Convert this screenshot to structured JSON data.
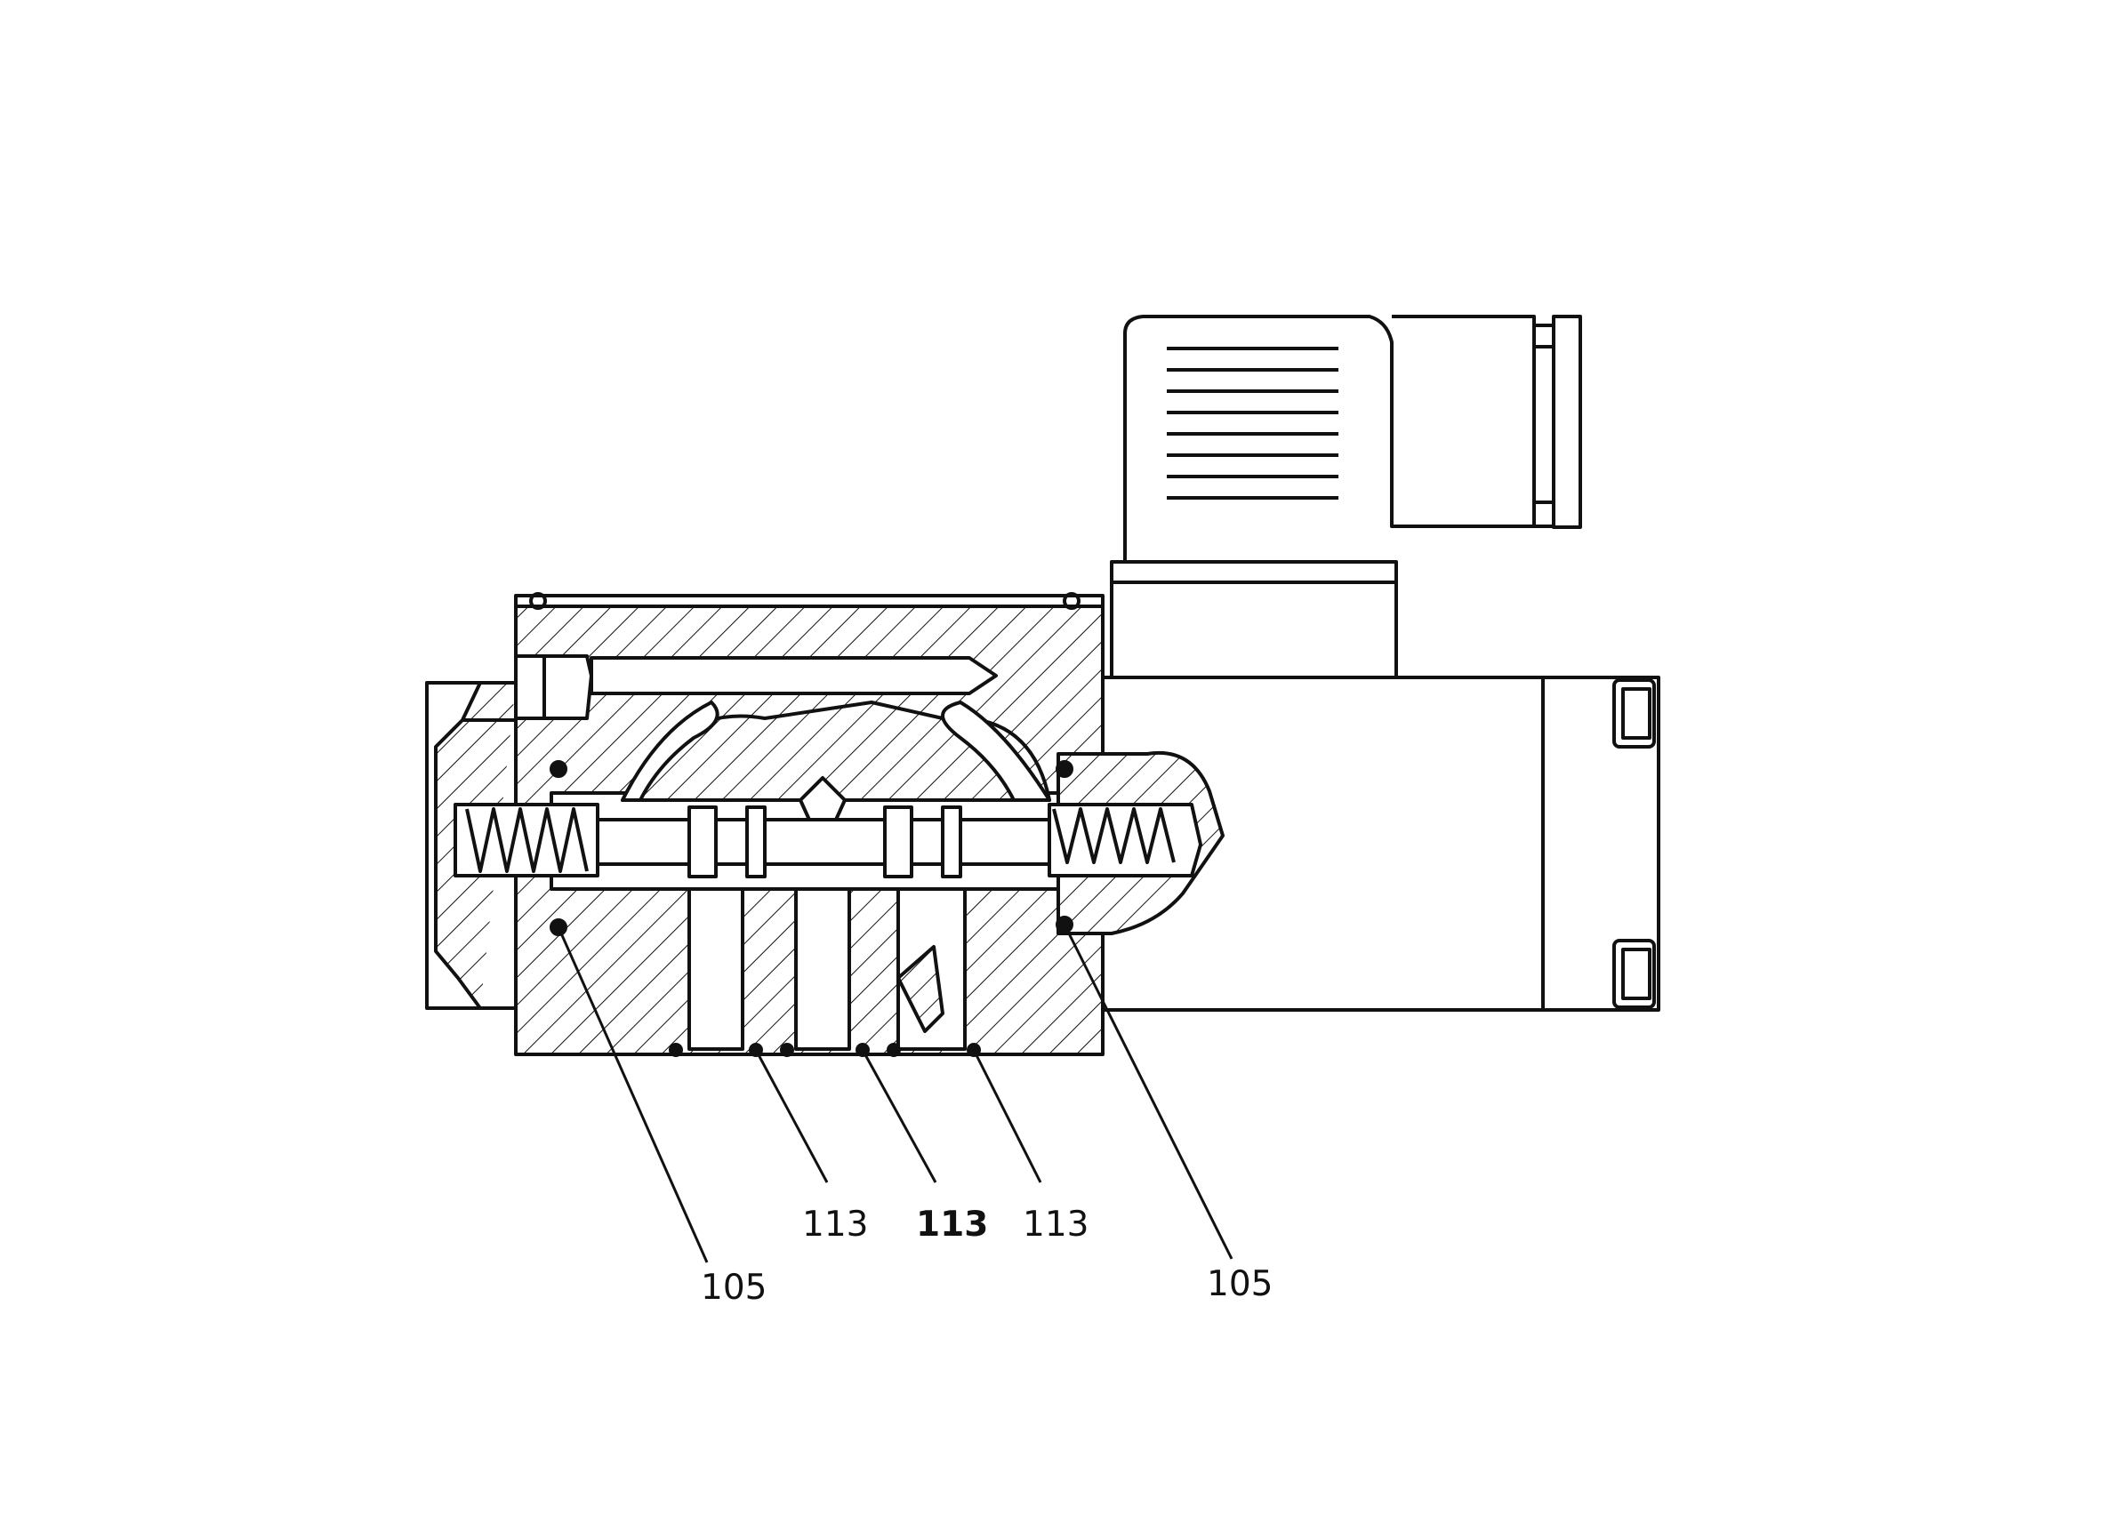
{
  "figure": {
    "labels": [
      {
        "id": "left-oring",
        "text": "105"
      },
      {
        "id": "port-seal-1",
        "text": "113"
      },
      {
        "id": "port-seal-2",
        "text": "113"
      },
      {
        "id": "port-seal-3",
        "text": "113"
      },
      {
        "id": "right-oring",
        "text": "105"
      }
    ]
  },
  "colors": {
    "line": "#111111",
    "background": "#ffffff"
  }
}
